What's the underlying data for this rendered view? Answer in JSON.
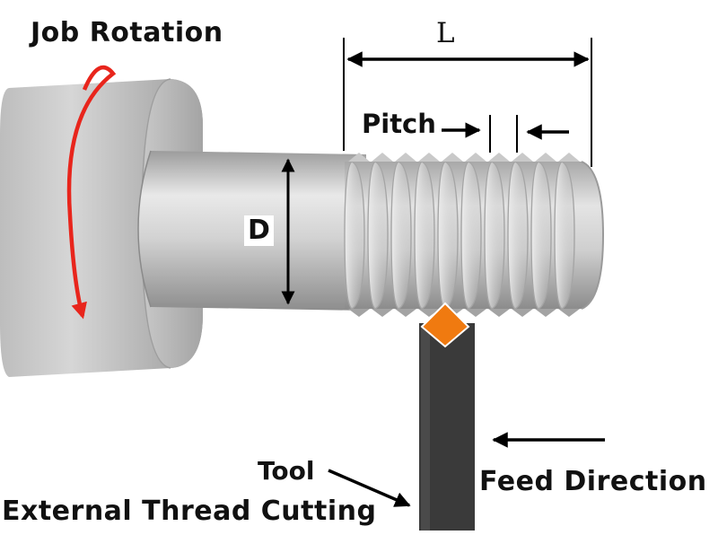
{
  "labels": {
    "job_rotation": "Job Rotation",
    "length": "L",
    "pitch": "Pitch",
    "diameter": "D",
    "tool": "Tool",
    "feed_direction": "Feed Direction",
    "caption": "External Thread Cutting"
  },
  "colors": {
    "rotation_arrow": "#e8251c",
    "cutting_insert": "#f07a10",
    "tool_shank": "#3a3a3a",
    "metal_light": "#e2e2e2",
    "metal_dark": "#8f8f8f"
  },
  "thread": {
    "crest_count": 10
  }
}
